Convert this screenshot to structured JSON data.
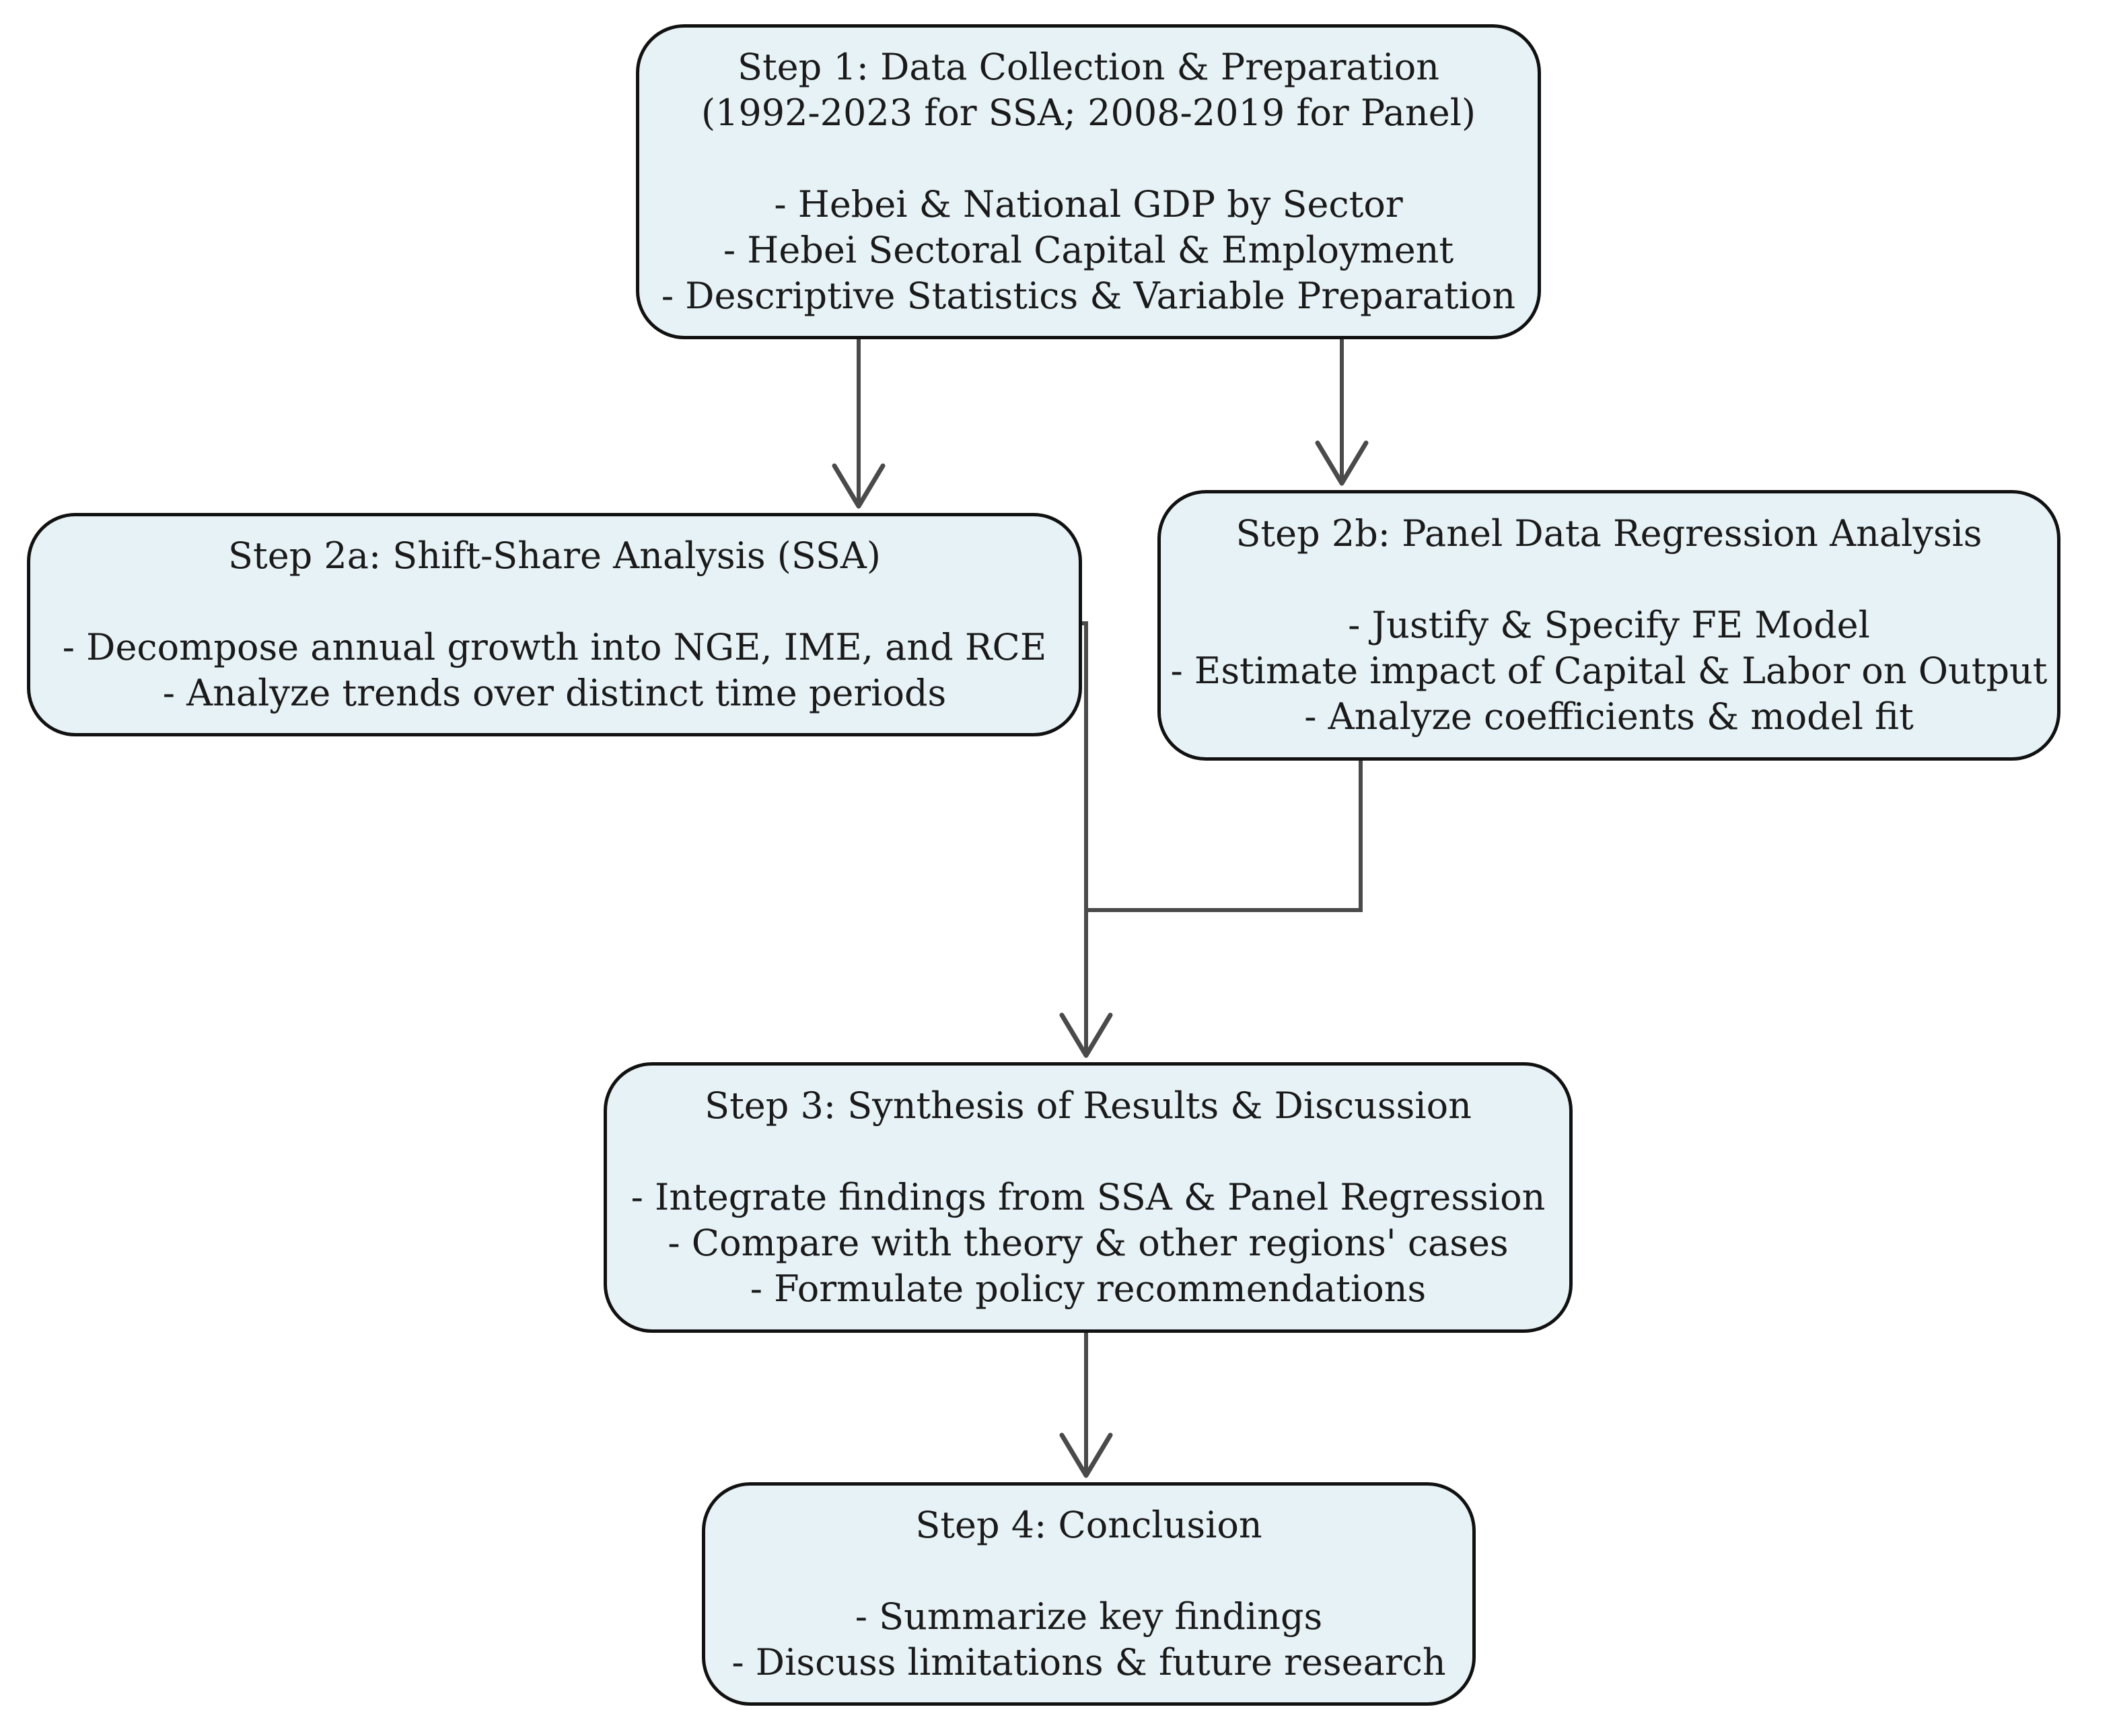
{
  "nodes": {
    "step1": {
      "title": "Step 1: Data Collection & Preparation",
      "subtitle": "(1992-2023 for SSA; 2008-2019 for Panel)",
      "items": [
        "- Hebei & National GDP by Sector",
        "- Hebei Sectoral Capital & Employment",
        "- Descriptive Statistics & Variable Preparation"
      ]
    },
    "step2a": {
      "title": "Step 2a: Shift-Share Analysis (SSA)",
      "items": [
        "- Decompose annual growth into NGE, IME, and RCE",
        "- Analyze trends over distinct time periods"
      ]
    },
    "step2b": {
      "title": "Step 2b: Panel Data Regression Analysis",
      "items": [
        "- Justify & Specify FE Model",
        "- Estimate impact of Capital & Labor on Output",
        "- Analyze coefficients & model fit"
      ]
    },
    "step3": {
      "title": "Step 3: Synthesis of Results & Discussion",
      "items": [
        "- Integrate findings from SSA & Panel Regression",
        "- Compare with theory & other regions' cases",
        "- Formulate policy recommendations"
      ]
    },
    "step4": {
      "title": "Step 4: Conclusion",
      "items": [
        "- Summarize key findings",
        "- Discuss limitations & future research"
      ]
    }
  },
  "colors": {
    "node_fill": "#e7f2f6",
    "node_border": "#111111",
    "connector": "#4a4a4a"
  }
}
